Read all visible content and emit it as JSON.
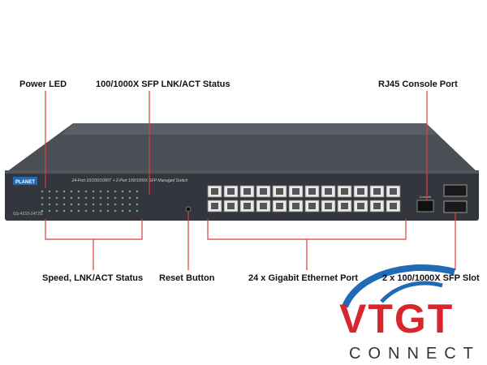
{
  "callouts": {
    "power_led": "Power LED",
    "sfp_status": "100/1000X SFP LNK/ACT Status",
    "console_port": "RJ45 Console Port",
    "speed_status": "Speed, LNK/ACT Status",
    "reset_button": "Reset Button",
    "ethernet_ports": "24 x Gigabit Ethernet Port",
    "sfp_slot": "2 x 100/1000X SFP Slot"
  },
  "device": {
    "brand": "PLANET",
    "model": "GS-4210-24T2S",
    "panel_text": "24-Port 10/100/1000T + 2-Port 100/1000X SFP Managed Switch",
    "console_label": "Console"
  },
  "watermark": {
    "line1": "VTGT",
    "line2": "CONNECT"
  },
  "colors": {
    "callout_line": "#e23b3b",
    "chassis": "#3b3f45",
    "brand_red": "#d7262e",
    "brand_blue": "#1f6bb5"
  }
}
